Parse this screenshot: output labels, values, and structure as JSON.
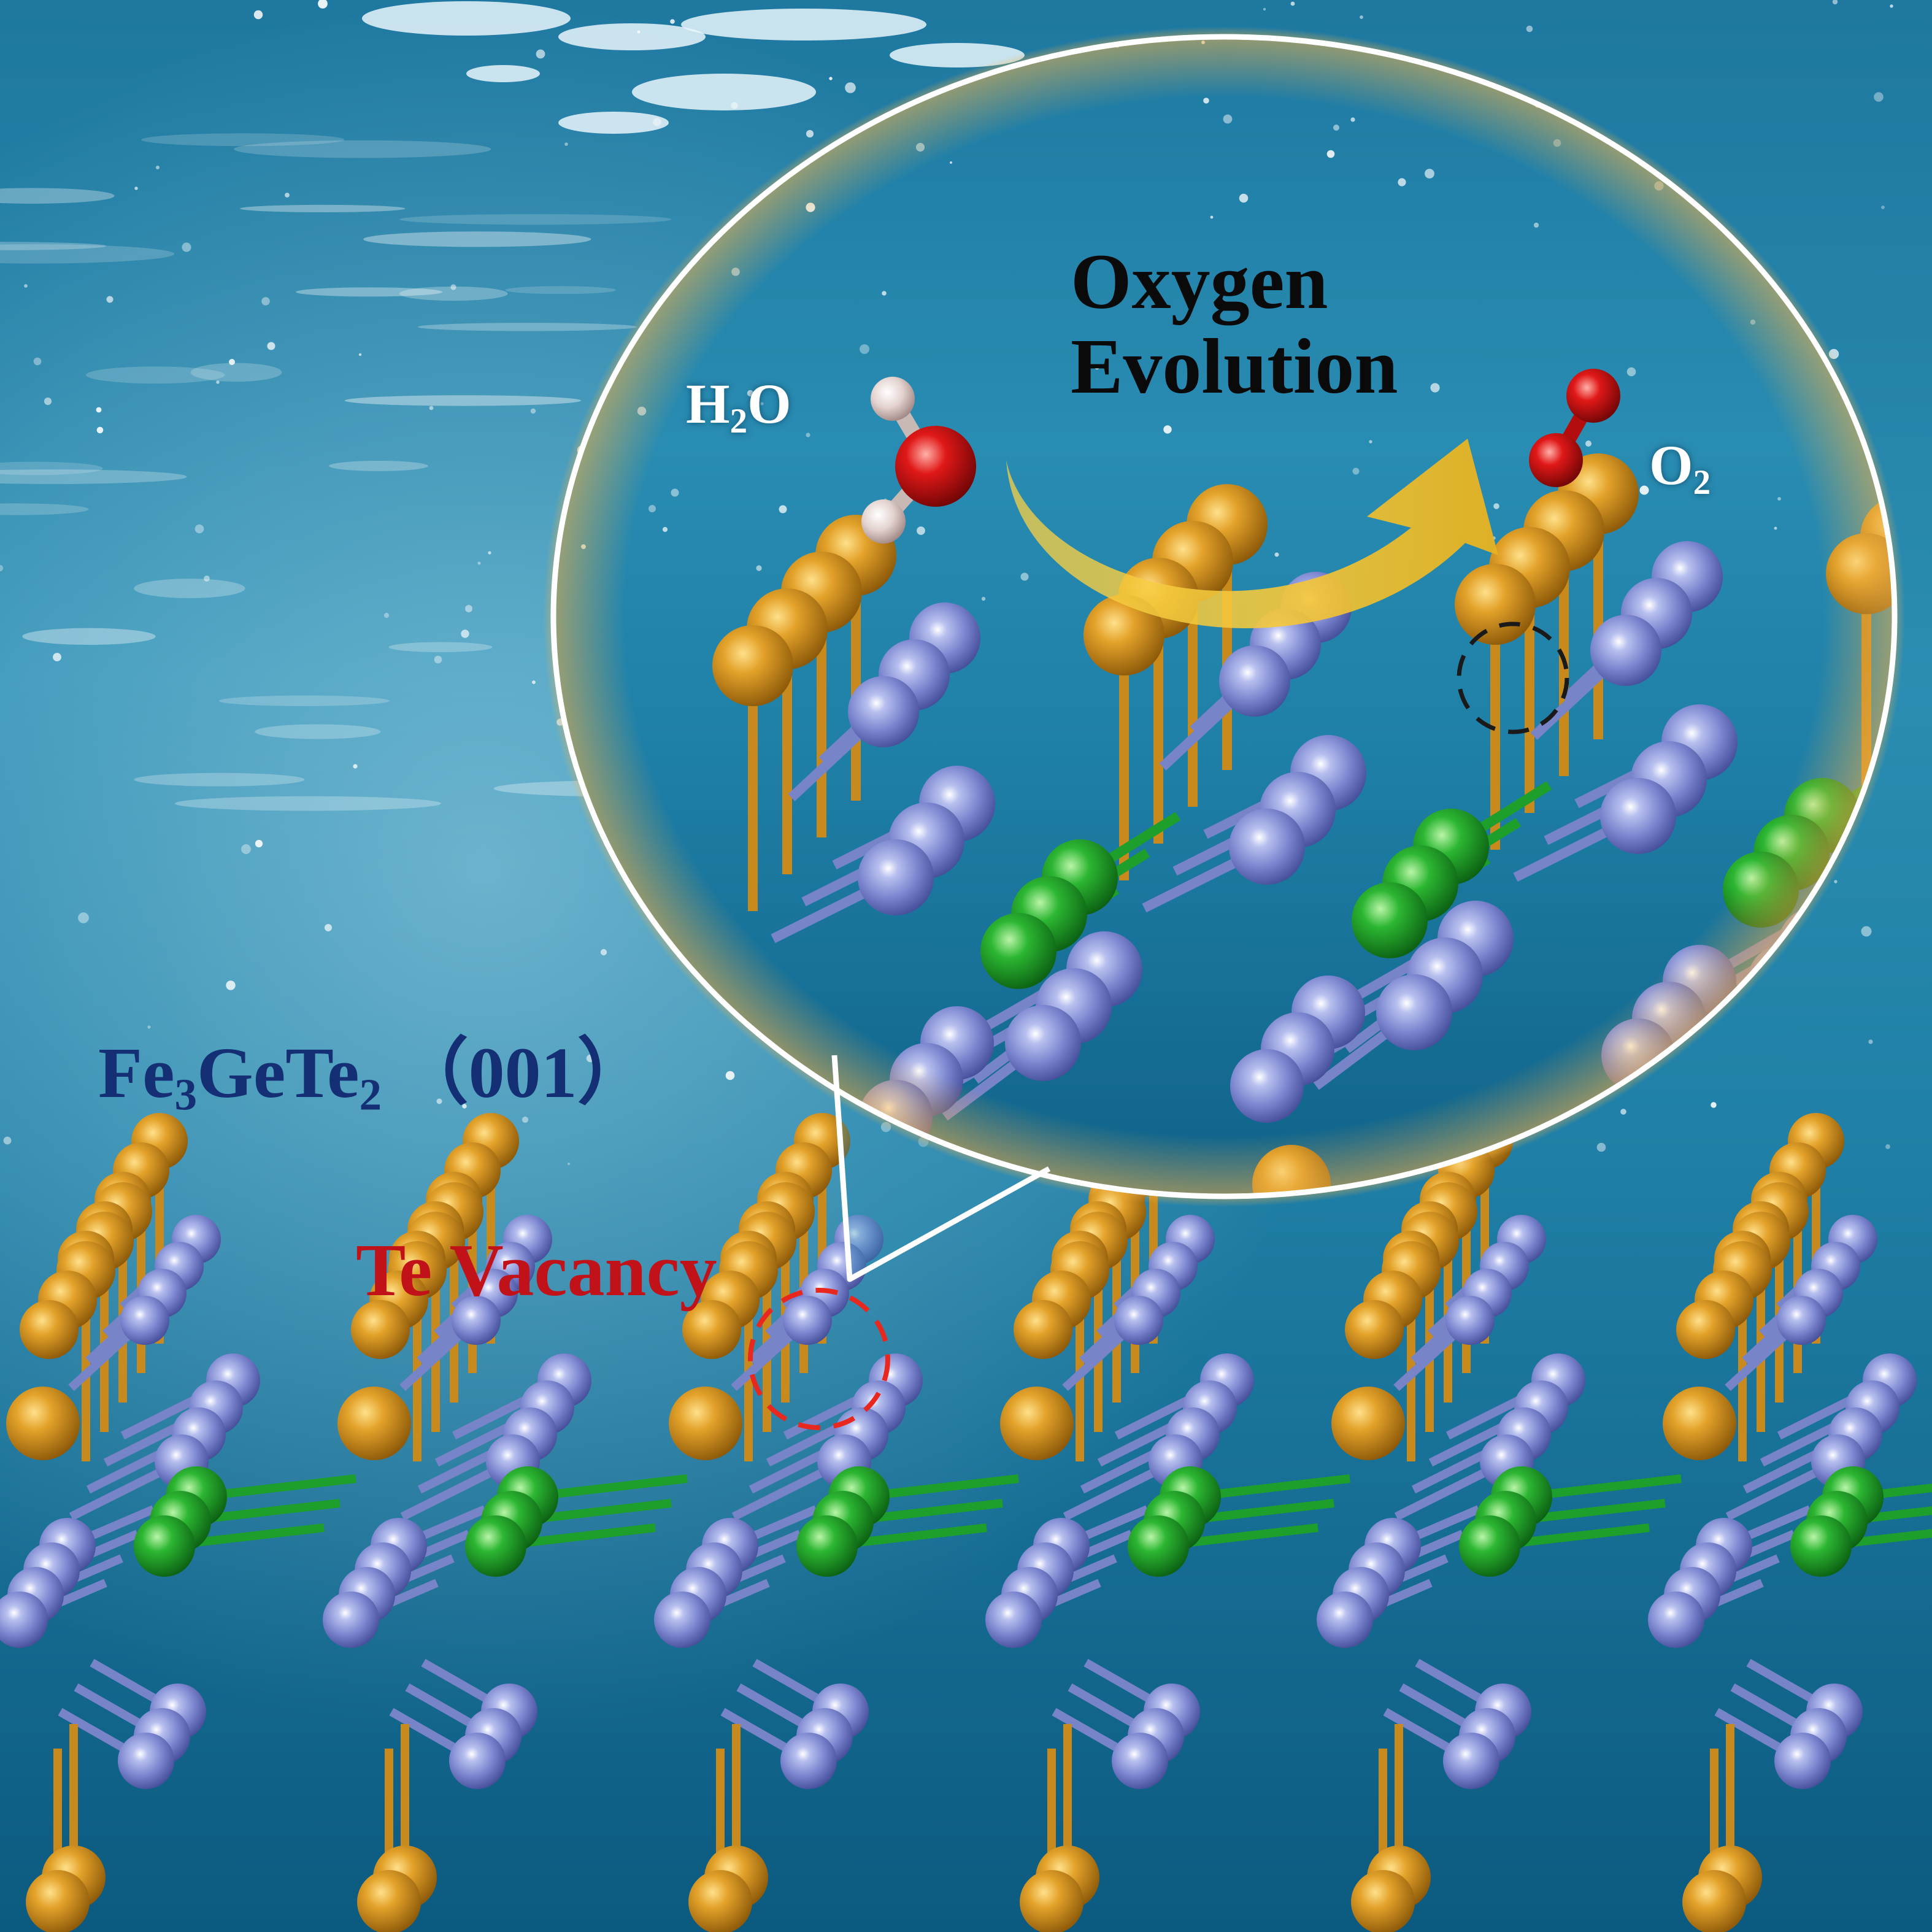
{
  "labels": {
    "oxygen_evolution_line1": "Oxygen",
    "oxygen_evolution_line2": "Evolution",
    "h2o": {
      "base": "H",
      "sub": "2",
      "tail": "O"
    },
    "o2": {
      "base": "O",
      "sub": "2"
    },
    "material": {
      "p1": "Fe",
      "s1": "3",
      "p2": "GeTe",
      "s2": "2",
      "p3": " （001）"
    },
    "vacancy": "Te Vacancy"
  },
  "colors": {
    "water_top": "#1d7da6",
    "water_mid": "#2a8fb3",
    "water_deep": "#0d5a80",
    "te_atom": "#d6931e",
    "fe_atom": "#7b86cf",
    "ge_atom": "#22a52b",
    "oxygen_atom": "#d61212",
    "hydrogen_atom": "#e6d6d3",
    "arrow": "#f2cc33",
    "circle_outline": "#ffffff",
    "vacancy_ring": "#e8281e",
    "inset_vacancy_ring": "#1a1a1a",
    "material_label": "#142f73",
    "vacancy_label": "#c1121a"
  }
}
